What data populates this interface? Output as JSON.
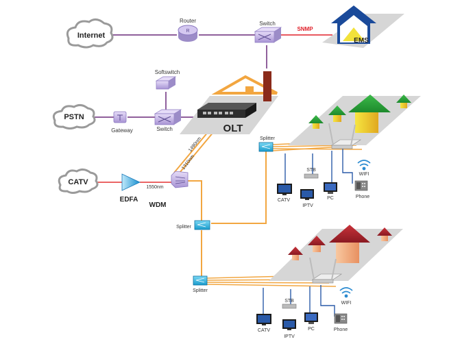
{
  "labels": {
    "internet": "Internet",
    "router": "Router",
    "switch_top": "Switch",
    "snmp": "SNMP",
    "ems": "EMS",
    "softswitch": "Softswitch",
    "pstn": "PSTN",
    "gateway": "Gateway",
    "switch_mid": "Switch",
    "olt": "OLT",
    "catv": "CATV",
    "edfa": "EDFA",
    "wdm": "WDM",
    "nm1550": "1550nm",
    "nm1490": "1490nm",
    "nm1310": "1310nm",
    "splitter_a": "Splitter",
    "splitter_b": "Splitter",
    "splitter_c": "Splitter",
    "upper": {
      "stb": "STB",
      "catv": "CATV",
      "iptv": "IPTV",
      "pc": "PC",
      "wifi": "WIFI",
      "phone": "Phone"
    },
    "lower": {
      "stb": "STB",
      "catv": "CATV",
      "iptv": "IPTV",
      "pc": "PC",
      "wifi": "WIFI",
      "phone": "Phone"
    }
  },
  "colors": {
    "purple_link": "#6a2a7a",
    "orange_fiber": "#f2a640",
    "red_catv": "#e33030",
    "blue_link": "#2a5aa8",
    "snmp_red": "#e0202a",
    "ems_blue": "#1a4a9a",
    "ems_yellow": "#f2e23a",
    "device_lilac": "#c8b8e8",
    "splitter_cyan": "#2ab4e0",
    "olt_dark": "#2e2e2e",
    "platform_gray": "#d6d6d6"
  }
}
